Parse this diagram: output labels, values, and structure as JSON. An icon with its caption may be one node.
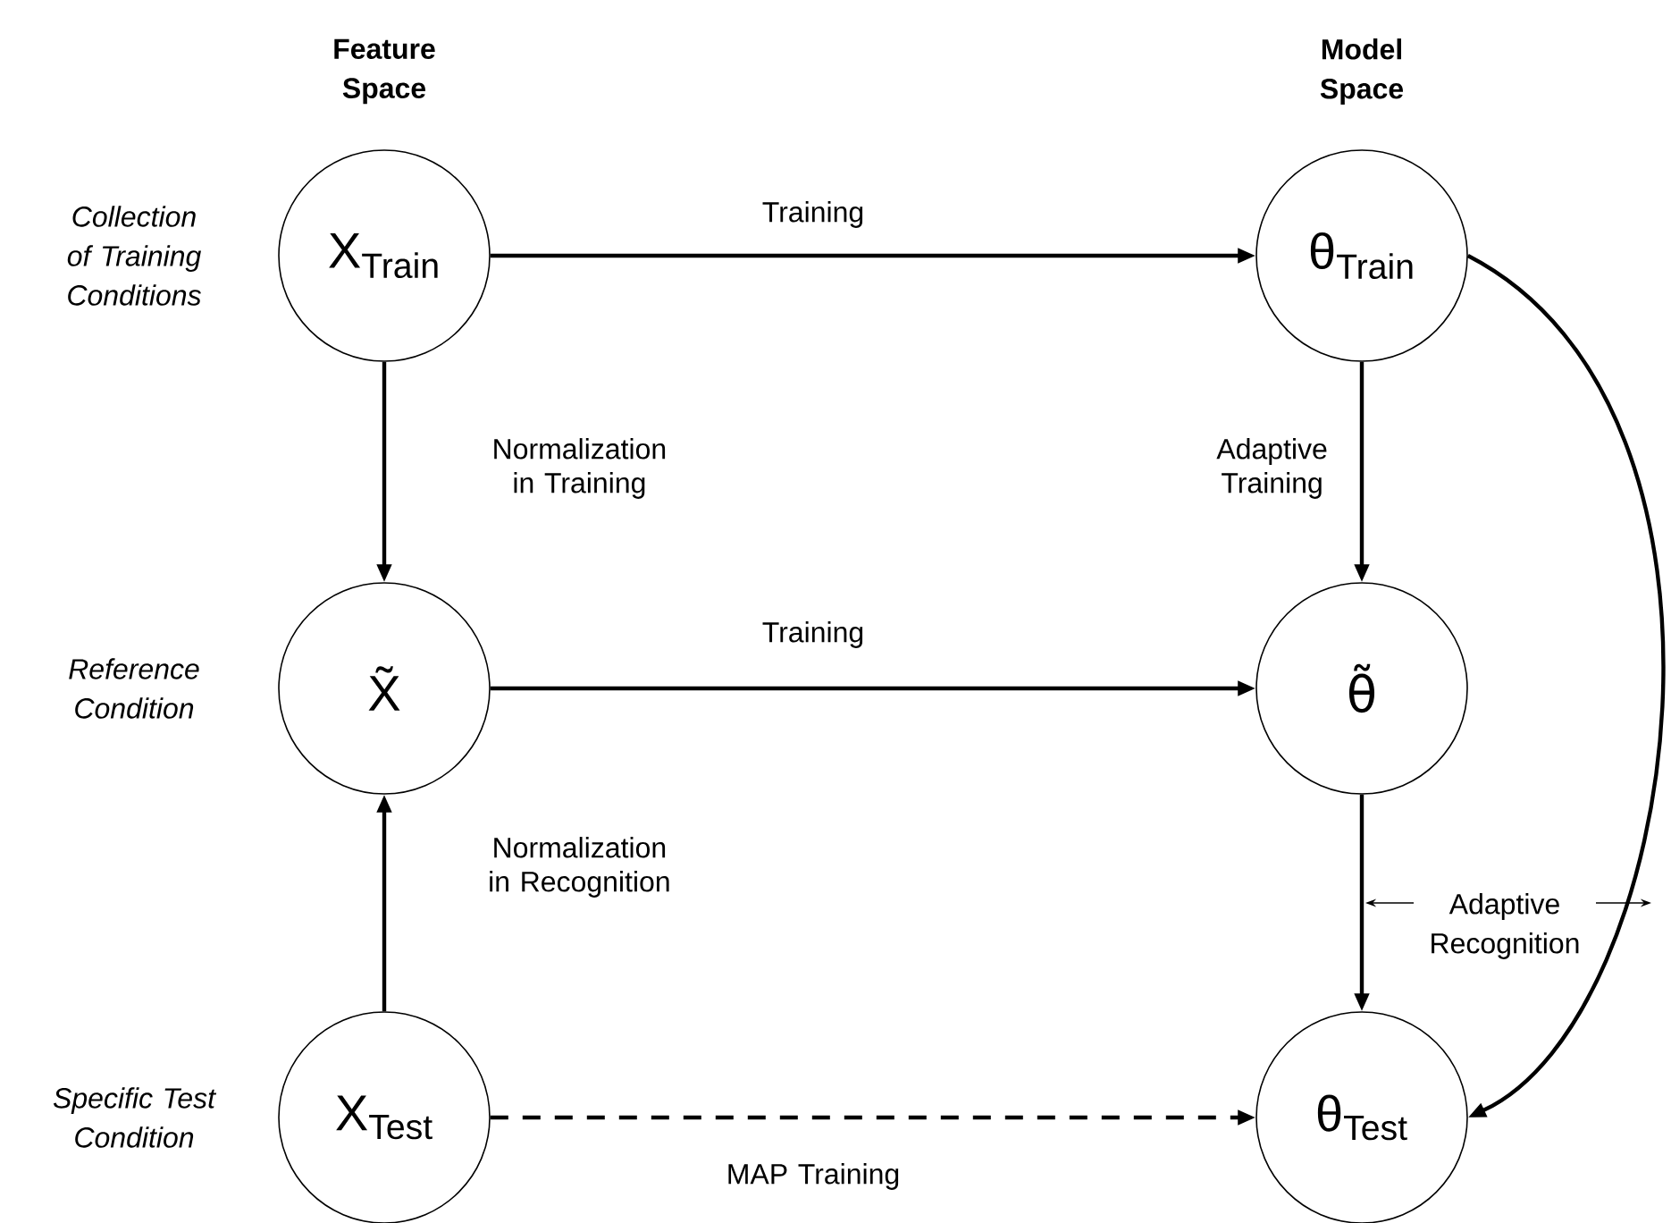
{
  "diagram": {
    "nodes": [
      {
        "text": [
          "X$_{Train}$"
        ]
      },
      {
        "text": [
          "θ$_{Train}$"
        ]
      },
      {
        "text": [
          "X̃"
        ]
      },
      {
        "text": [
          "θ̃"
        ]
      },
      {
        "text": [
          "X$_{Test}$"
        ]
      },
      {
        "text": [
          "θ$_{Test}$"
        ]
      }
    ],
    "edges": [
      {
        "from": 0,
        "to": 1,
        "arrow": "to",
        "label": "Training"
      },
      {
        "from": 0,
        "to": 2,
        "arrow": "to",
        "label": "Normalization in Training"
      },
      {
        "from": 1,
        "to": 3,
        "arrow": "to",
        "label": "Adaptive Training"
      },
      {
        "from": 2,
        "to": 3,
        "arrow": "to",
        "label": "Training"
      },
      {
        "from": 4,
        "to": 2,
        "arrow": "to",
        "label": "Normalization in Recognition"
      },
      {
        "from": 3,
        "to": 5,
        "arrow": "to"
      },
      {
        "from": 1,
        "to": 5,
        "arrow": "to"
      },
      {
        "from": 4,
        "to": 5,
        "arrow": "to",
        "style": "dashed",
        "label": "MAP Training"
      }
    ],
    "labels": [
      "Feature Space",
      "Model Space",
      "Collection of Training Conditions",
      "Reference Condition",
      "Adaptive Recognition",
      "Specific Test Condition"
    ]
  }
}
